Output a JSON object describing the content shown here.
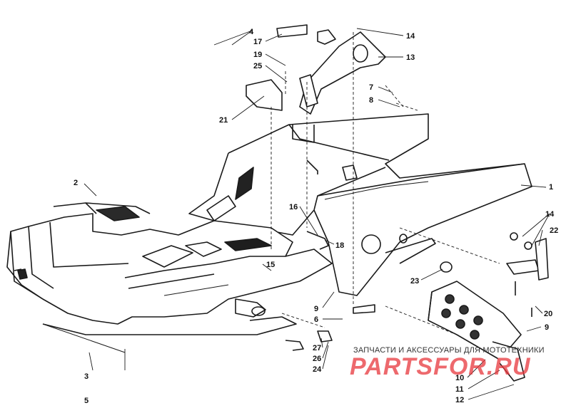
{
  "diagram": {
    "callouts": [
      "1",
      "2",
      "3",
      "4",
      "5",
      "6",
      "7",
      "8",
      "9",
      "9",
      "10",
      "11",
      "12",
      "13",
      "14",
      "14",
      "15",
      "16",
      "17",
      "18",
      "19",
      "20",
      "21",
      "22",
      "23",
      "24",
      "25",
      "26",
      "27"
    ]
  },
  "watermark": {
    "tagline": "ЗАПЧАСТИ И АКСЕССУАРЫ ДЛЯ МОТОТЕХНИКИ",
    "logo": "PARTSFOR.RU"
  }
}
